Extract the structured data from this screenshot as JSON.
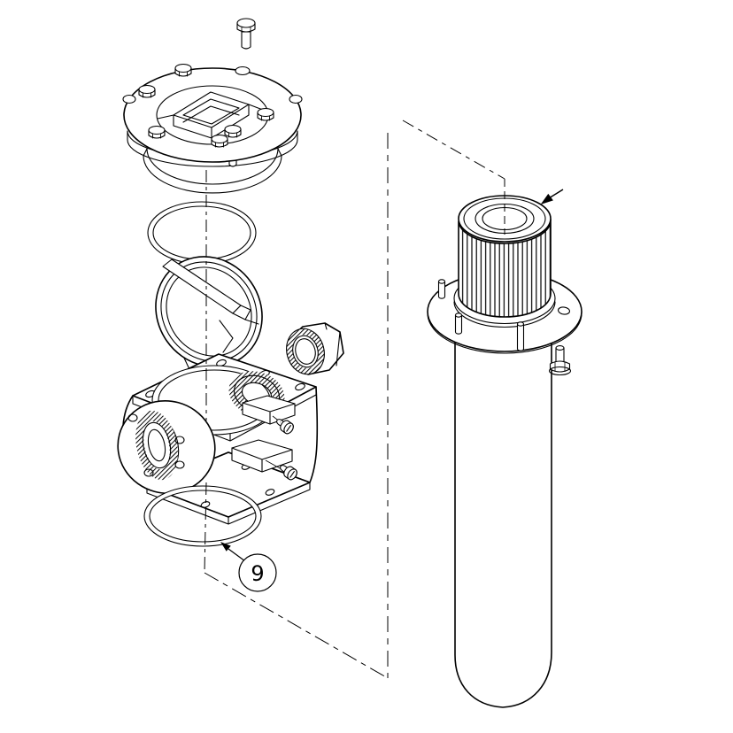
{
  "diagram": {
    "type": "exploded-parts-technical-drawing",
    "background_color": "#ffffff",
    "line_color": "#000000",
    "callout": {
      "label": "9",
      "points_to": "lower o-ring seal"
    },
    "annotations": {
      "filter_cartridge_arrow": "small filled arrow pointing at pleated filter cartridge rim",
      "phantom_lines": "dash-dot assembly path lines linking exploded stack to tank assembly"
    },
    "parts": [
      {
        "name": "hex-bolt-top"
      },
      {
        "name": "cover-lid-assembly"
      },
      {
        "name": "upper-o-ring"
      },
      {
        "name": "strainer-basket-with-handle"
      },
      {
        "name": "hex-nut-fitting"
      },
      {
        "name": "filter-housing-body"
      },
      {
        "name": "pan-head-screw-upper"
      },
      {
        "name": "pan-head-screw-lower"
      },
      {
        "name": "lower-o-ring"
      },
      {
        "name": "tank-flange-with-studs"
      },
      {
        "name": "pleated-filter-cartridge"
      },
      {
        "name": "tank-cylinder"
      },
      {
        "name": "hex-flange-bolt-side"
      }
    ]
  }
}
